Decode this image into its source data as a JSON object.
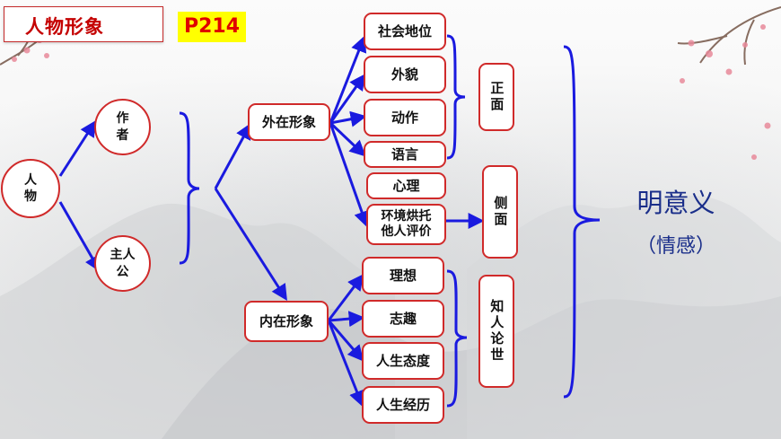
{
  "header": {
    "title": "人物形象",
    "page_tag": "P214"
  },
  "root": {
    "label": "人物"
  },
  "people": {
    "author": "作者",
    "protagonist": "主人公"
  },
  "appearance": {
    "outer_label": "外在形象",
    "inner_label": "内在形象"
  },
  "outer_items": [
    "社会地位",
    "外貌",
    "动作",
    "语言",
    "心理"
  ],
  "environment_item": [
    "环境烘托",
    "他人评价"
  ],
  "inner_items": [
    "理想",
    "志趣",
    "人生态度",
    "人生经历"
  ],
  "groups": {
    "front": "正面",
    "side": "侧面",
    "know_people": "知人论世"
  },
  "meaning": {
    "main": "明意义",
    "sub": "（情感）"
  },
  "colors": {
    "arrow": "#1a1adf",
    "border": "#d02a2a",
    "title_red": "#c40000",
    "tag_yellow": "#ffff00"
  }
}
